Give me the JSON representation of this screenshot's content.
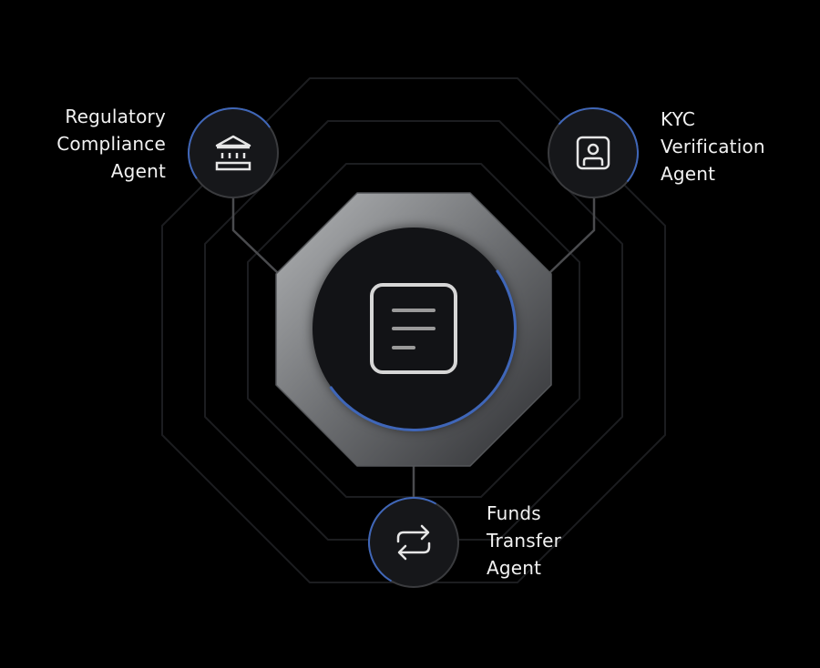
{
  "diagram": {
    "center": {
      "icon": "document-icon",
      "accent_color": "#3f66b8"
    },
    "agents": [
      {
        "id": "regulatory",
        "label_lines": [
          "Regulatory",
          "Compliance",
          "Agent"
        ],
        "icon": "bank-icon"
      },
      {
        "id": "kyc",
        "label_lines": [
          "KYC",
          "Verification",
          "Agent"
        ],
        "icon": "id-card-icon"
      },
      {
        "id": "funds",
        "label_lines": [
          "Funds",
          "Transfer",
          "Agent"
        ],
        "icon": "transfer-arrows-icon"
      }
    ],
    "colors": {
      "background": "#000000",
      "ring_stroke": "#1e1f22",
      "connector": "#4a4b4e",
      "node_fill": "#16171a",
      "accent": "#3f66b8",
      "text": "#f2f2f2"
    }
  }
}
